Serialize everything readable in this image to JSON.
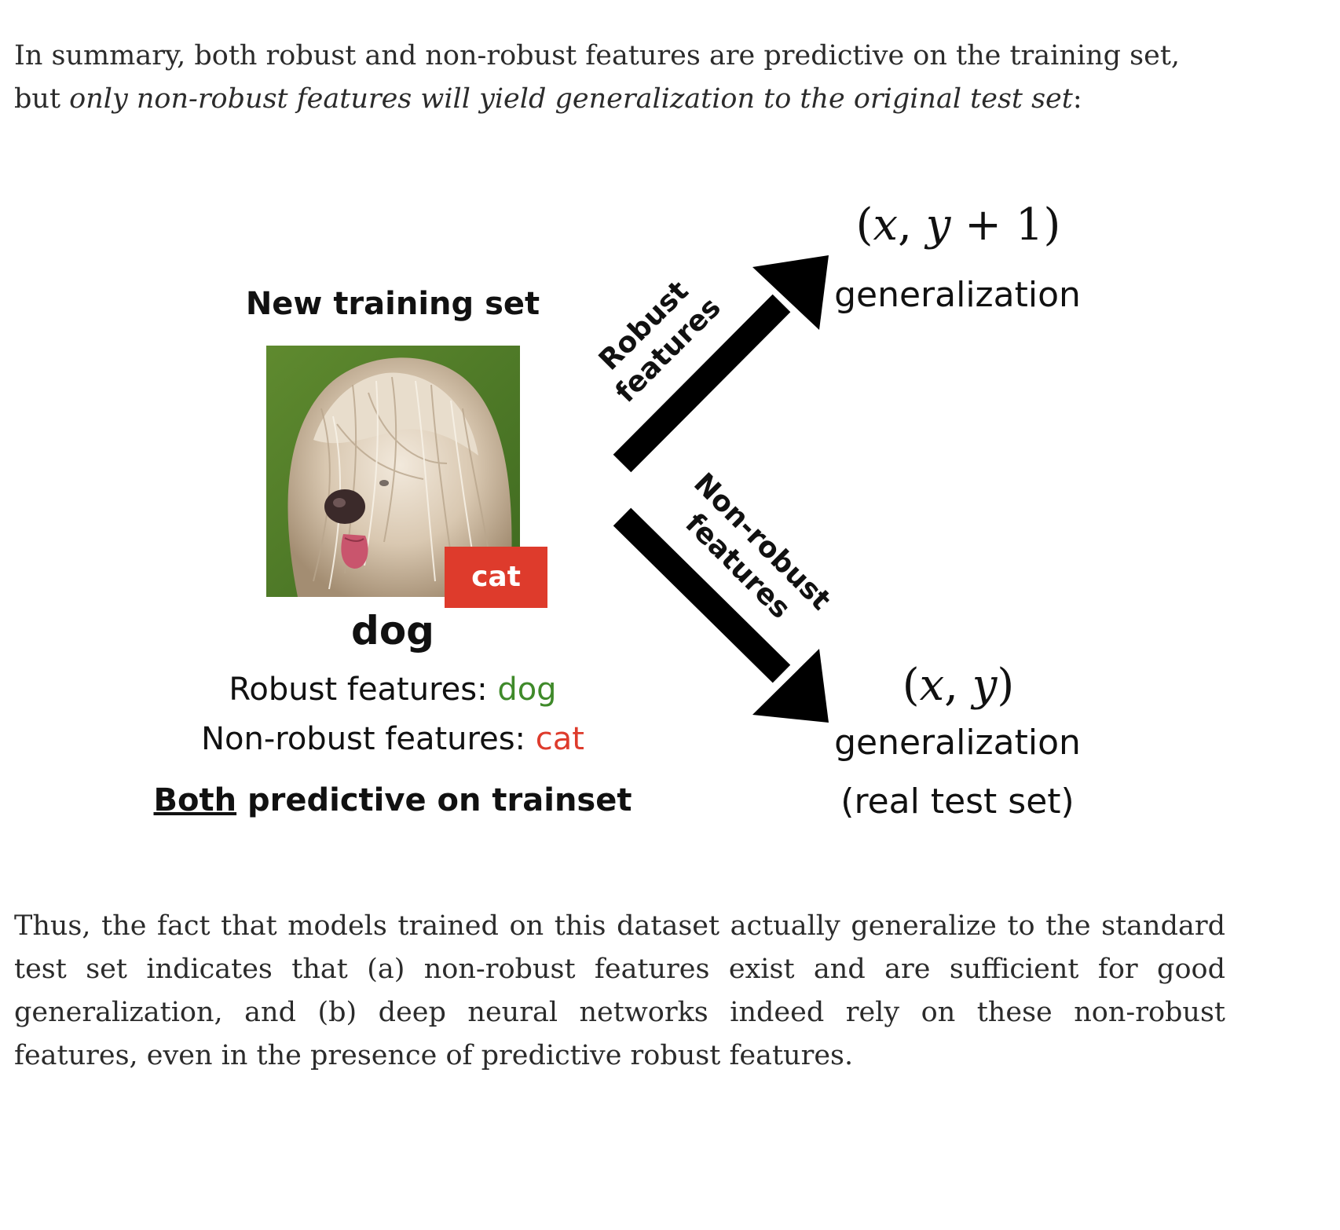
{
  "intro": {
    "text_plain": "In summary, both robust and non-robust features are predictive on the training set, but ",
    "text_italic": "only non-robust features will yield generalization to the original test set",
    "text_end": ":"
  },
  "figure": {
    "training_title": "New training set",
    "image_alt": "Shaggy long-haired dog photo",
    "cat_tag": "cat",
    "dog_label": "dog",
    "robust_prefix": "Robust features: ",
    "robust_value": "dog",
    "nonrobust_prefix": "Non-robust features: ",
    "nonrobust_value": "cat",
    "both_underlined": "Both",
    "both_rest": " predictive on trainset",
    "arrow_robust_label_1": "Robust",
    "arrow_robust_label_2": "features",
    "arrow_nonrobust_label_1": "Non-robust",
    "arrow_nonrobust_label_2": "features",
    "top_math": {
      "open": "(",
      "x": "x",
      "comma": ", ",
      "y": "y",
      "rest": " + 1)"
    },
    "top_generalization": "generalization",
    "bottom_math": {
      "open": "(",
      "x": "x",
      "comma": ", ",
      "y": "y",
      "rest": ")"
    },
    "bottom_generalization": "generalization",
    "bottom_note": "(real test set)",
    "colors": {
      "tag_red": "#de3b2c",
      "robust_green": "#3f8a2a",
      "arrow": "#000000"
    }
  },
  "conclusion": {
    "text": "Thus, the fact that models trained on this dataset actually generalize to the standard test set indicates that (a) non-robust features exist and are sufficient for good generalization, and (b) deep neural networks indeed rely on these non-robust features, even in the presence of predictive robust features."
  }
}
